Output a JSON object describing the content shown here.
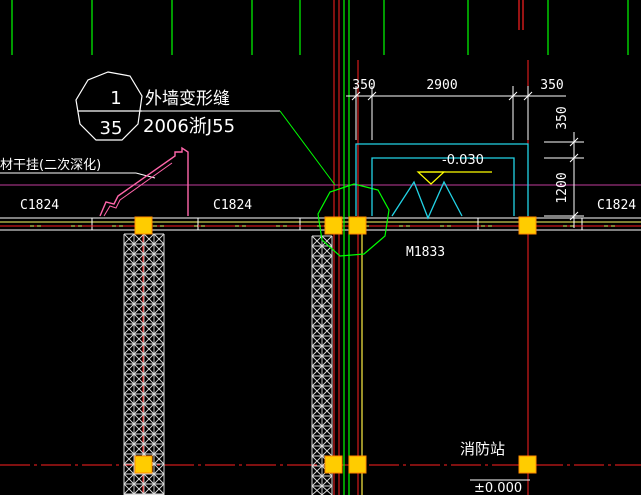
{
  "colors": {
    "background": "#000000",
    "axis_red": "#ff2020",
    "wall_green": "#00ff00",
    "column_fill": "#ffcc00",
    "column_stroke": "#ff8800",
    "dim_white": "#ffffff",
    "cyan": "#22d3e6",
    "pink": "#ff66aa",
    "yellow_line": "#ffff00",
    "gray_text": "#d8d8d8"
  },
  "detail_callout": {
    "number": "1",
    "sheet": "35",
    "title": "外墙变形缝",
    "reference": "2006浙J55"
  },
  "annotations": {
    "cladding_note": "材干挂(二次深化)",
    "window_labels": [
      "C1824",
      "C1824",
      "C1824"
    ],
    "door_label": "M1833",
    "room_label": "消防站",
    "level_label": "±0.000",
    "step_level": "-0.030"
  },
  "dimensions": {
    "horizontal": [
      "350",
      "2900",
      "350"
    ],
    "vertical": [
      "350",
      "1200"
    ]
  }
}
